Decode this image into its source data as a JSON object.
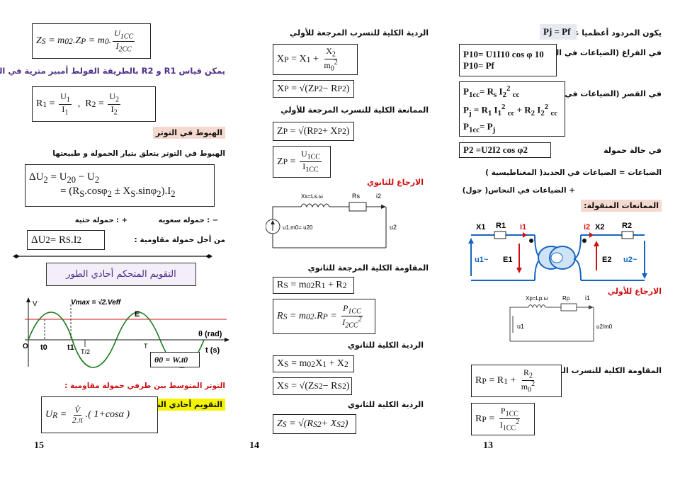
{
  "page15": {
    "page_number": "15",
    "eq_zs": "Z_S = m_0^2.Z_P = m_0.U_1CC / I_2CC",
    "note_r": "يمكن قياس R1 و R2 بالطريقة الفولط أمبير مترية في المستمر",
    "eq_r": "R1 = U1/I1 , R2 = U2/I2",
    "heading_drop": "الهبوط في التوتر",
    "text_drop": "الهبوط في التوتر يتعلق بتيار الحمولة و طبيعتها",
    "eq_drop_1": "ΔU2 = U20 − U2",
    "eq_drop_2": "= (RS.cosφ2 ± XS.sinφ2).I2",
    "load_inductive": "+ : حمولة حثية",
    "load_capacitive": "− : حمولة سعوية",
    "for_resistive": "من أجل حمولة مقاومية :",
    "eq_resistive": "ΔU2 = RS.I2",
    "title_box": "التقويم المتحكم أحادي الطور",
    "graph": {
      "vmax": "Vmax = √2.Veff",
      "v_label": "V",
      "e_label": "E",
      "theta": "θ (rad)",
      "time": "t (s)",
      "o": "O",
      "t0": "t0",
      "t1": "t1",
      "t_half": "T/2",
      "t_full": "T",
      "theta_eq": "θ0 = W.t0"
    },
    "avg_voltage": "التوتر المتوسط بين طرفي حمولة مقاومية :",
    "halfwave": "التقويم أحادي النوبة",
    "eq_avg": "UR = V̂/2π . (1+cosα)"
  },
  "page14": {
    "page_number": "14",
    "h_xp": "الردية الكلية للتسرب المرجعة للأولي",
    "eq_xp1": "XP = X1 + X2/m0²",
    "eq_xp2": "XP = √(ZP² − RP²)",
    "h_zp": "الممانعة الكلية للتسرب المرجعة للأولي",
    "eq_zp1": "ZP = √(RP² + XP²)",
    "eq_zp2": "ZP = U1CC / I1CC",
    "h_ref_secondary": "الارجاع للثانوي",
    "circuit_labels": {
      "xs": "Xs=Ls.ω",
      "rs": "Rs",
      "i2": "i2",
      "u1m0": "u1.m0= u20",
      "u2": "u2"
    },
    "h_rs": "المقاومة الكلية المرجعة للثانوي",
    "eq_rs1": "RS = m0²R1 + R2",
    "eq_rs2": "RS = m0².RP = P1CC / I2CC²",
    "h_xs": "الردية الكلية للثانوي",
    "eq_xs1": "XS = m0²X1 + X2",
    "eq_xs2": "XS = √(ZS² − RS²)",
    "h_zs": "الردية الكلية للثانوي",
    "eq_zs": "ZS = √(RS² + XS²)"
  },
  "page13": {
    "page_number": "13",
    "top_line": "يكون المردود أعظميا عندما",
    "top_eq": "Pj = Pf",
    "vacuum": "في الفراغ (الضياعات في الحديد ) :",
    "eq_p10a": "P10= U1I10 cos φ 10",
    "eq_p10b": "P10= Pf",
    "short": "في القصر (الضياعات في النحاس ) :",
    "eq_p1cc": "P1cc= Rs I2² cc",
    "eq_pj": "Pj = R1 I1² cc + R2 I2² cc",
    "eq_pj2": "P1cc= Pj",
    "load": "في حالة حمولة",
    "eq_p2": "P2 =U2I2 cos φ2",
    "losses1": "الضياعات = الضياعات في الحديد( المغناطيسية )",
    "losses2": "+ الضياعات في النحاس( جول)",
    "h_imp": "الممانعات المنقولة:",
    "transformer": {
      "x1": "X1",
      "r1": "R1",
      "i1": "i1",
      "i2": "i2",
      "x2": "X2",
      "r2": "R2",
      "u1": "u1~",
      "e1": "E1",
      "e2": "E2",
      "u2": "u2~"
    },
    "h_ref_primary": "الارجاع للأولي",
    "circuit2": {
      "xp": "Xp=Lp.ω",
      "rp": "Rp",
      "i1": "i1",
      "u1": "u1",
      "u2m0": "u2/m0"
    },
    "h_rp": "المقاومة الكلية للتسرب المرجعة للأولي",
    "eq_rp1": "RP = R1 + R2/m0²",
    "eq_rp2": "RP = P1CC / I1CC²"
  },
  "colors": {
    "red": "#d01010",
    "purple": "#4b2f8a",
    "blue": "#1565c0",
    "green": "#1a7a1a",
    "pink": "#f5d9cf",
    "yellow": "#f5f500"
  }
}
